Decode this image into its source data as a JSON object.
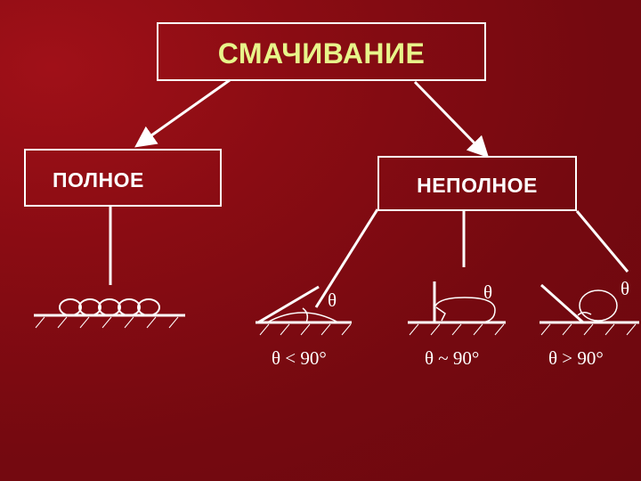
{
  "title": "СМАЧИВАНИЕ",
  "branches": {
    "full": "ПОЛНОЕ",
    "partial": "НЕПОЛНОЕ"
  },
  "angle_symbol": "θ",
  "cases": [
    {
      "condition": "θ < 90°"
    },
    {
      "condition": "θ ~ 90°"
    },
    {
      "condition": "θ > 90°"
    }
  ],
  "colors": {
    "background": "#7a0a10",
    "title_text": "#e8f58a",
    "lines": "#ffffff"
  }
}
